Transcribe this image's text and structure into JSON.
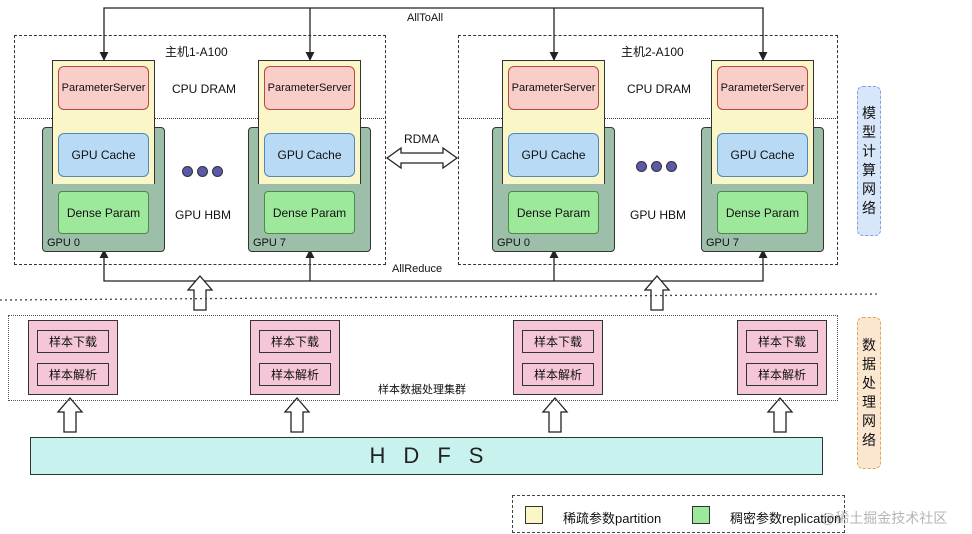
{
  "colors": {
    "sparse": "#fbf6c8",
    "dense": "#9de89a",
    "gpu_region": "#9dbfa9",
    "parameter_server": "#f9cdc8",
    "gpu_cache": "#b8daf4",
    "sample": "#f5c6d7",
    "hdfs": "#c8f2ee",
    "side_compute_border": "#7aa3e0",
    "side_data_border": "#e0a75a"
  },
  "labels": {
    "all_to_all": "AllToAll",
    "all_reduce": "AllReduce",
    "rdma": "RDMA",
    "cpu_dram": "CPU DRAM",
    "gpu_hbm": "GPU HBM"
  },
  "hosts": [
    {
      "title": "主机1-A100",
      "gpus": [
        {
          "name": "GPU 0",
          "ps": "ParameterServer",
          "cache": "GPU Cache",
          "dense": "Dense Param"
        },
        {
          "name": "GPU 7",
          "ps": "ParameterServer",
          "cache": "GPU Cache",
          "dense": "Dense Param"
        }
      ]
    },
    {
      "title": "主机2-A100",
      "gpus": [
        {
          "name": "GPU 0",
          "ps": "ParameterServer",
          "cache": "GPU Cache",
          "dense": "Dense Param"
        },
        {
          "name": "GPU 7",
          "ps": "ParameterServer",
          "cache": "GPU Cache",
          "dense": "Dense Param"
        }
      ]
    }
  ],
  "sample_cluster": {
    "label": "样本数据处理集群",
    "nodes": [
      {
        "download": "样本下载",
        "parse": "样本解析"
      },
      {
        "download": "样本下载",
        "parse": "样本解析"
      },
      {
        "download": "样本下载",
        "parse": "样本解析"
      },
      {
        "download": "样本下载",
        "parse": "样本解析"
      }
    ]
  },
  "hdfs": "HDFS",
  "side_labels": {
    "compute": [
      "模",
      "型",
      "计",
      "算",
      "网",
      "络"
    ],
    "data": [
      "数",
      "据",
      "处",
      "理",
      "网",
      "络"
    ]
  },
  "legend": {
    "sparse": "稀疏参数partition",
    "dense": "稠密参数replication"
  },
  "watermark": "@稀土掘金技术社区"
}
